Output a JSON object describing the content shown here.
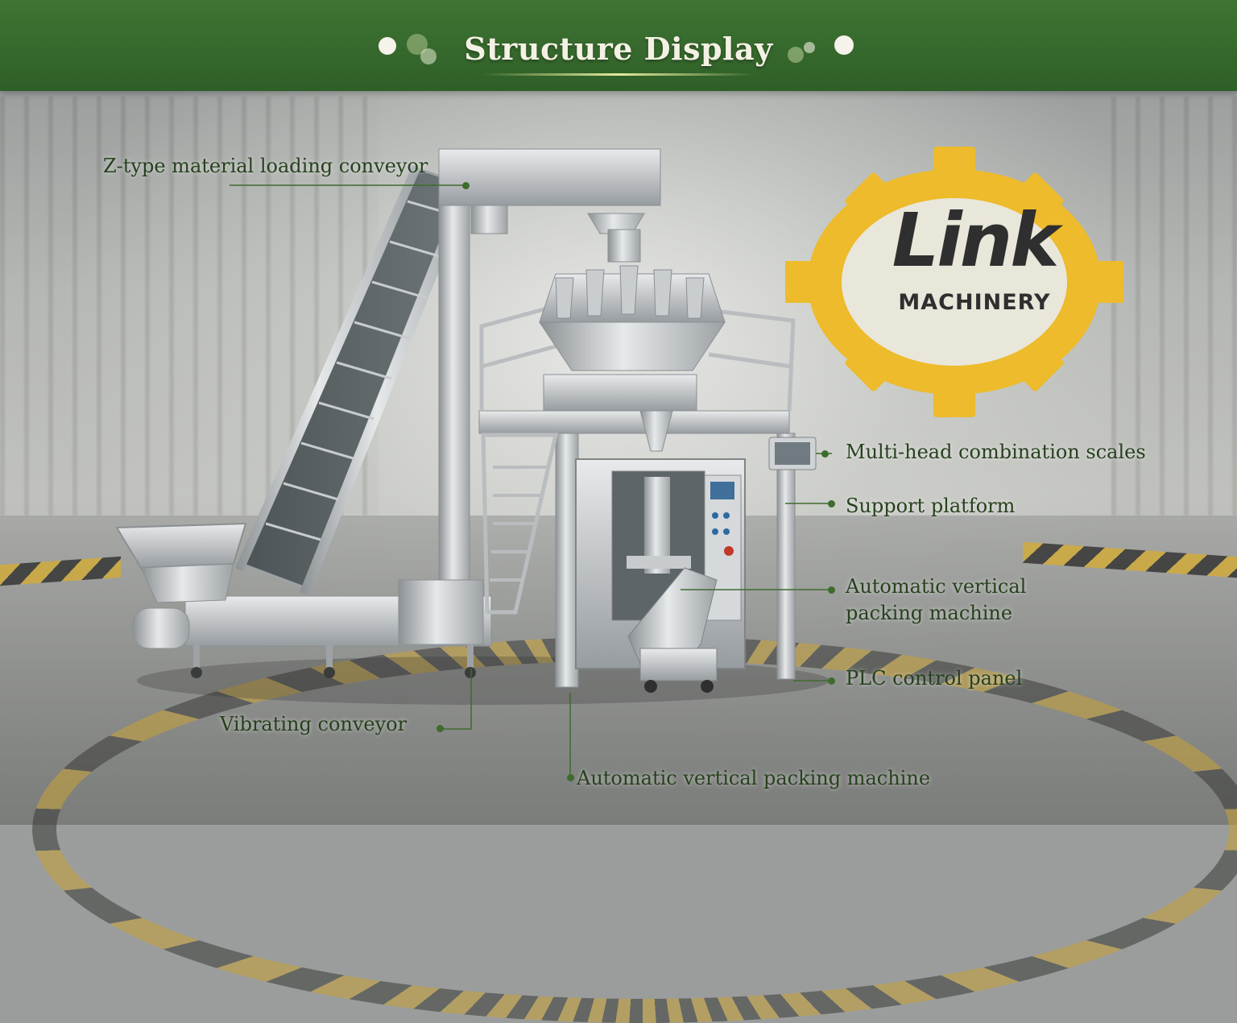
{
  "header": {
    "title": "Structure Display"
  },
  "logo": {
    "brand": "Link",
    "subtitle": "MACHINERY",
    "gear_color": "#edbb2b"
  },
  "callouts": [
    {
      "id": "z-type-conveyor",
      "text": "Z-type material loading conveyor"
    },
    {
      "id": "multi-head-scales",
      "text": "Multi-head combination scales"
    },
    {
      "id": "support-platform",
      "text": "Support platform"
    },
    {
      "id": "vertical-packing-right",
      "text": "Automatic vertical packing machine"
    },
    {
      "id": "plc-control-panel",
      "text": "PLC control panel"
    },
    {
      "id": "vibrating-conveyor",
      "text": "Vibrating conveyor"
    },
    {
      "id": "vertical-packing-bottom",
      "text": "Automatic vertical packing machine"
    }
  ],
  "colors": {
    "header_green": "#3a6c30",
    "label_text": "#26411d",
    "leader_line": "#3e6b2e",
    "hazard_yellow": "#d3ab35",
    "steel": "#c7cbcd"
  }
}
